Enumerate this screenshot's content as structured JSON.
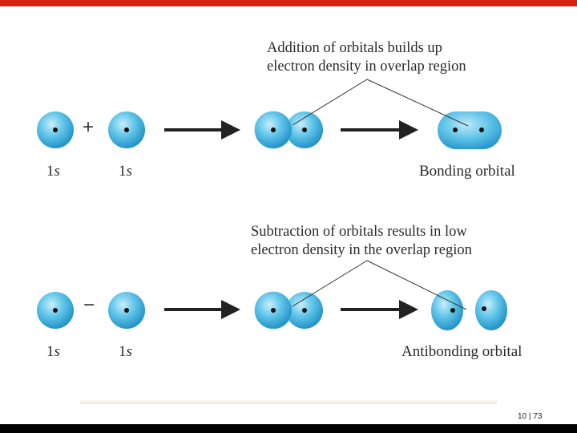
{
  "colors": {
    "top_bar": "#d62410",
    "orbital_light": "#bfe8f6",
    "orbital_mid": "#5ec3e8",
    "orbital_dark": "#1c8fc4",
    "arrow": "#222222"
  },
  "top": {
    "caption_line1": "Addition of orbitals builds up",
    "caption_line2": "electron density in overlap region",
    "operator": "+",
    "label_left": "1",
    "label_right": "1",
    "label_s": "s",
    "result_label": "Bonding orbital"
  },
  "bottom": {
    "caption_line1": "Subtraction of orbitals results in low",
    "caption_line2": "electron density in the overlap region",
    "operator": "−",
    "label_left": "1",
    "label_right": "1",
    "label_s": "s",
    "result_label": "Antibonding orbital"
  },
  "footer": {
    "page_number": "10 | 73"
  }
}
